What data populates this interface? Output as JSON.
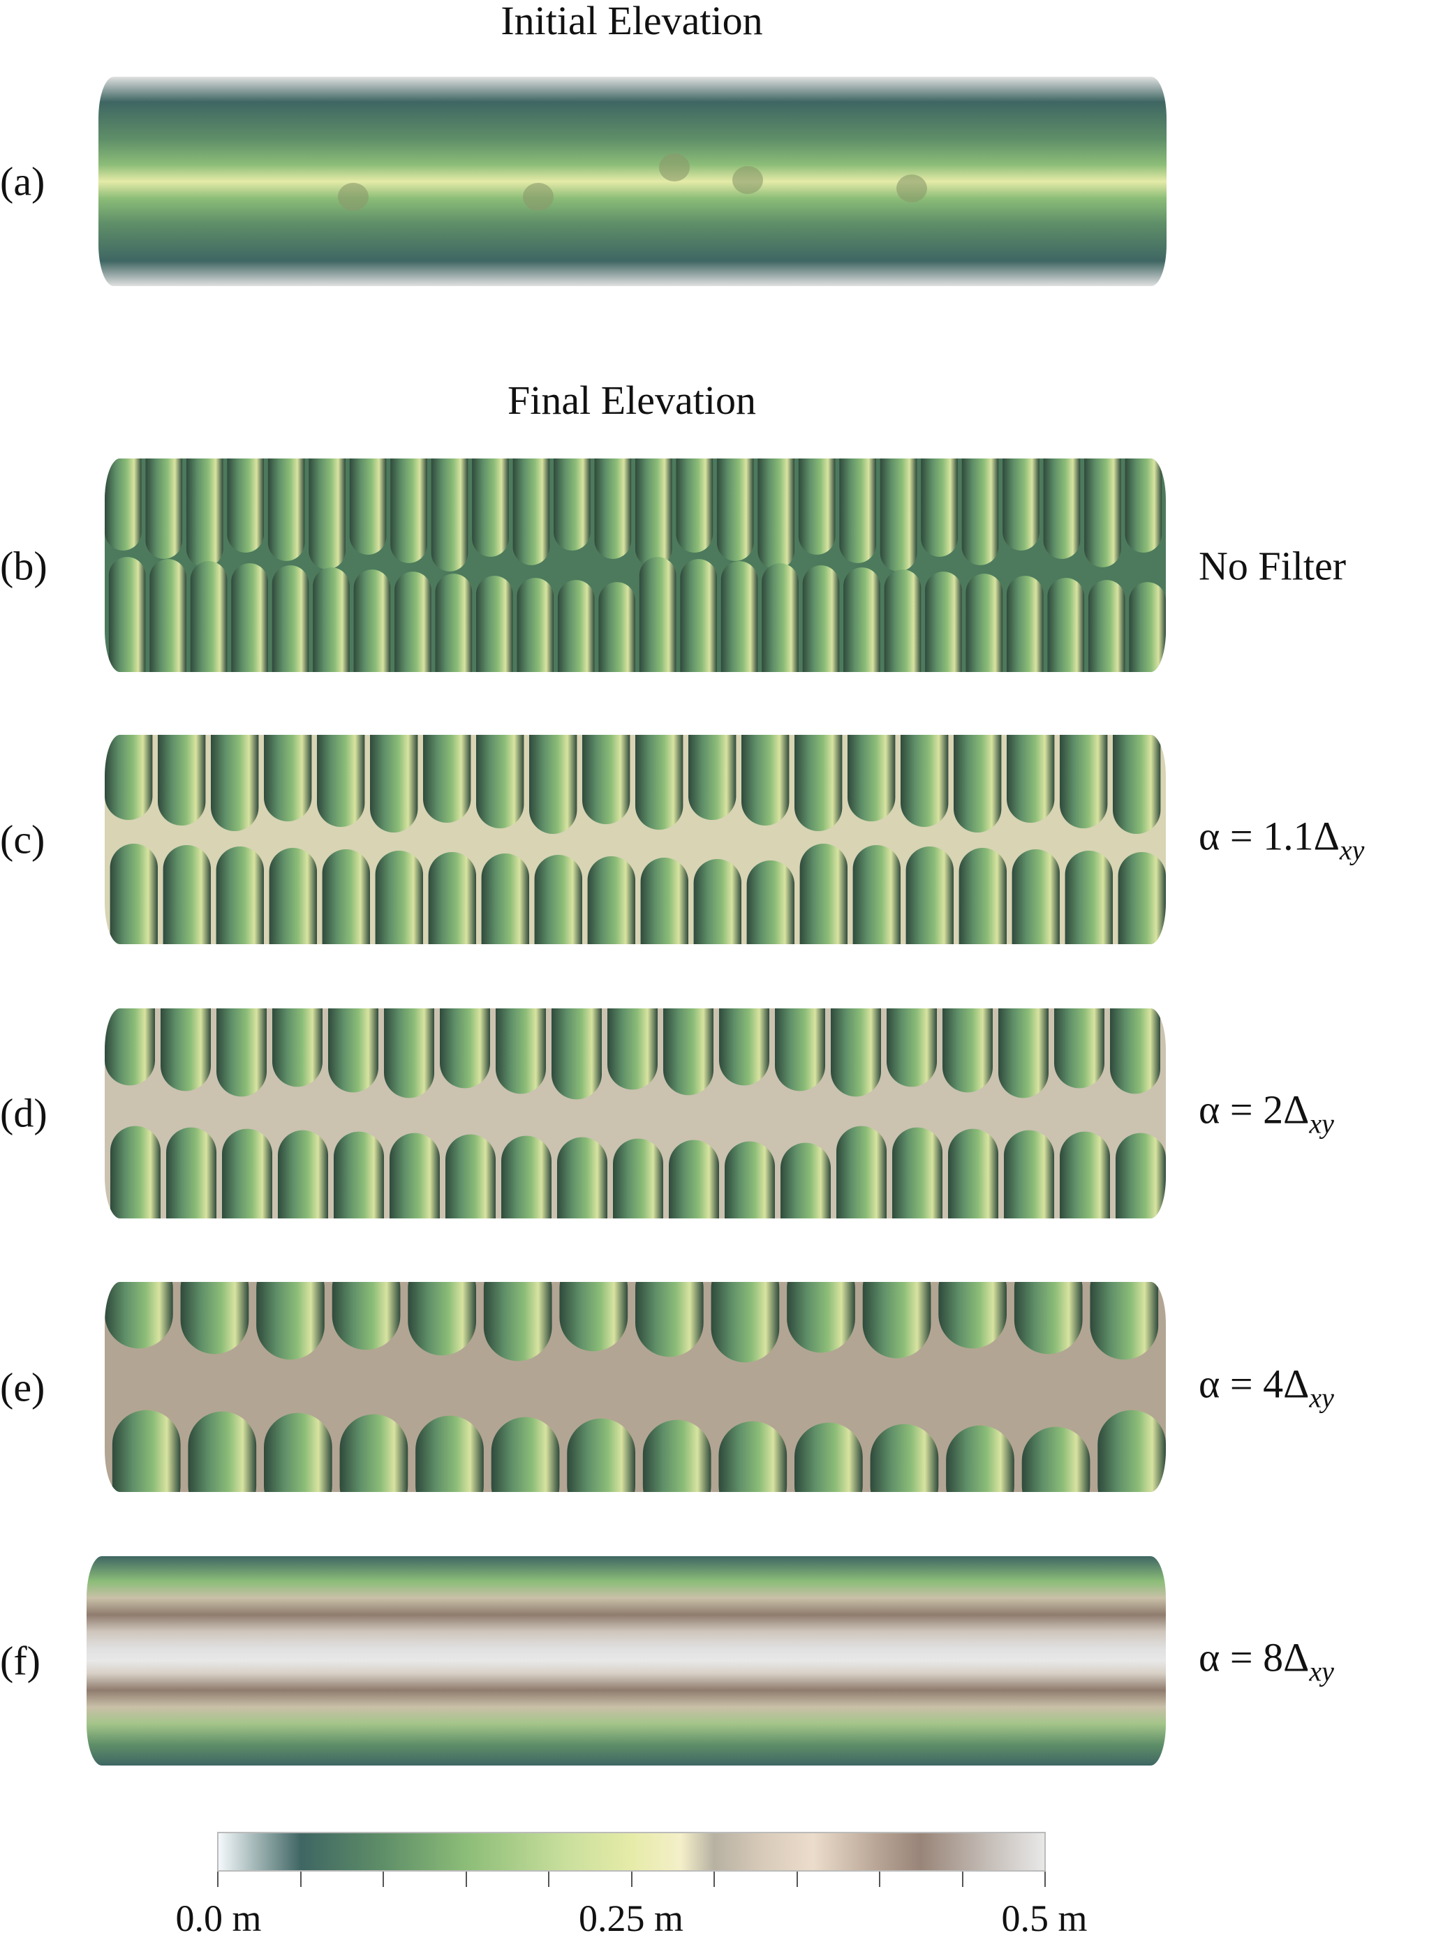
{
  "titles": {
    "initial": "Initial Elevation",
    "final": "Final Elevation"
  },
  "panels": [
    {
      "label": "(a)",
      "filter": null
    },
    {
      "label": "(b)",
      "filter": {
        "text": "No Filter"
      }
    },
    {
      "label": "(c)",
      "filter": {
        "prefix": "α = 1.1Δ",
        "sub": "xy"
      }
    },
    {
      "label": "(d)",
      "filter": {
        "prefix": "α = 2Δ",
        "sub": "xy"
      }
    },
    {
      "label": "(e)",
      "filter": {
        "prefix": "α = 4Δ",
        "sub": "xy"
      }
    },
    {
      "label": "(f)",
      "filter": {
        "prefix": "α = 8Δ",
        "sub": "xy"
      }
    }
  ],
  "colorbar": {
    "min": 0.0,
    "max": 0.5,
    "unit": "m",
    "minor_ticks": 10,
    "labels": [
      "0.0 m",
      "0.25 m",
      "0.5 m"
    ],
    "colors": [
      "#f4f8fb",
      "#3f6663",
      "#8cbd78",
      "#e6eba8",
      "#f4efc9",
      "#b7b1a2",
      "#ebdccb",
      "#998578",
      "#e8e8e8"
    ]
  }
}
